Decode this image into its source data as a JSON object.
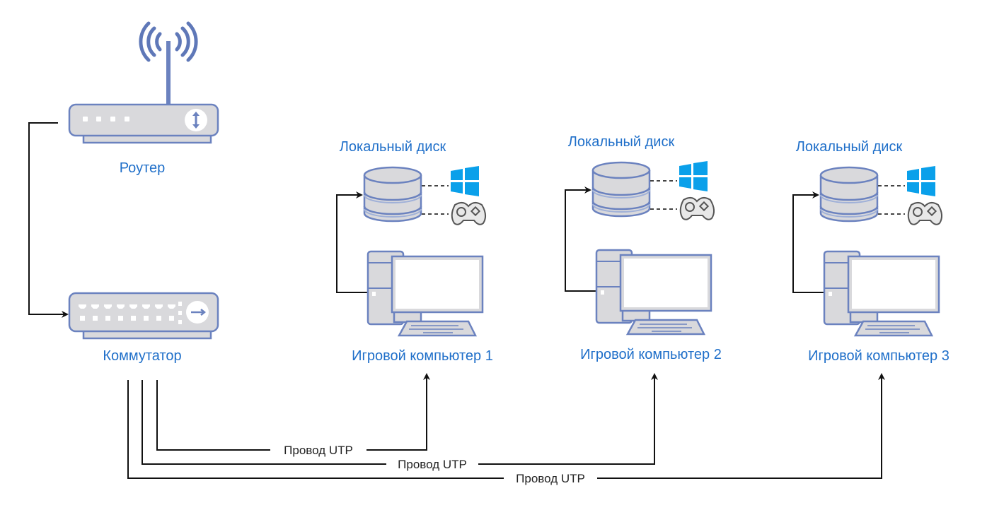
{
  "diagram": {
    "router": {
      "label": "Роутер",
      "icon": "wifi-router-icon"
    },
    "switch": {
      "label": "Коммутатор",
      "icon": "network-switch-icon"
    },
    "connections": {
      "router_to_switch": "router-to-switch-link",
      "cable_label": "Провод UTP"
    },
    "computers": [
      {
        "label": "Игровой компьютер 1",
        "disk_label": "Локальный диск",
        "cable_label": "Провод UTP"
      },
      {
        "label": "Игровой компьютер 2",
        "disk_label": "Локальный диск",
        "cable_label": "Провод UTP"
      },
      {
        "label": "Игровой компьютер 3",
        "disk_label": "Локальный диск",
        "cable_label": "Провод UTP"
      }
    ],
    "disk_contents": [
      "windows-logo-icon",
      "gamepad-icon"
    ],
    "colors": {
      "label_blue": "#1f6fc9",
      "device_stroke": "#6b82bf",
      "device_fill": "#d9d9dc",
      "windows_blue": "#0aa0ea",
      "wire": "#111111"
    }
  }
}
